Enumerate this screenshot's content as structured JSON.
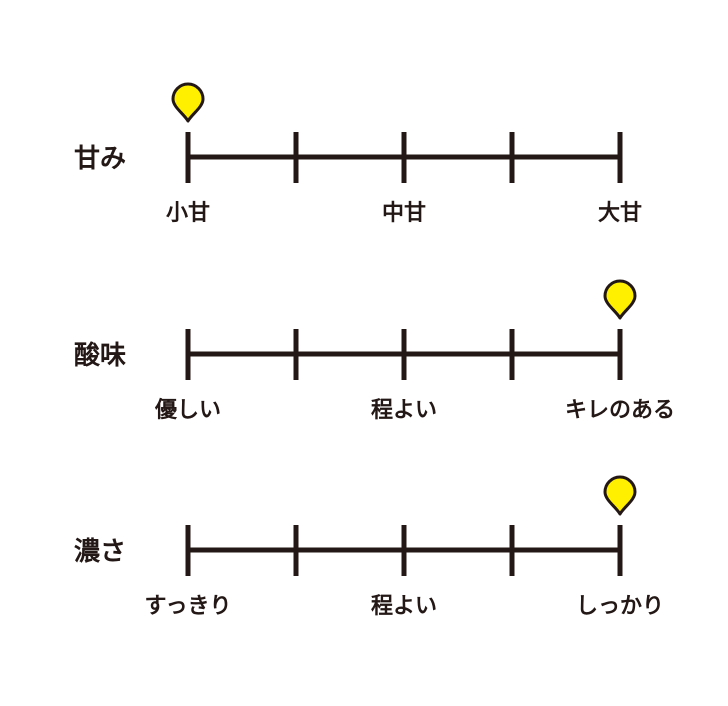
{
  "colors": {
    "line": "#231815",
    "marker": "#FFF000"
  },
  "scales": [
    {
      "label": "甘み",
      "ticks": [
        "小甘",
        "中甘",
        "大甘"
      ],
      "level": 0,
      "steps": 5
    },
    {
      "label": "酸味",
      "ticks": [
        "優しい",
        "程よい",
        "キレのある"
      ],
      "level": 4,
      "steps": 5
    },
    {
      "label": "濃さ",
      "ticks": [
        "すっきり",
        "程よい",
        "しっかり"
      ],
      "level": 4,
      "steps": 5
    }
  ]
}
